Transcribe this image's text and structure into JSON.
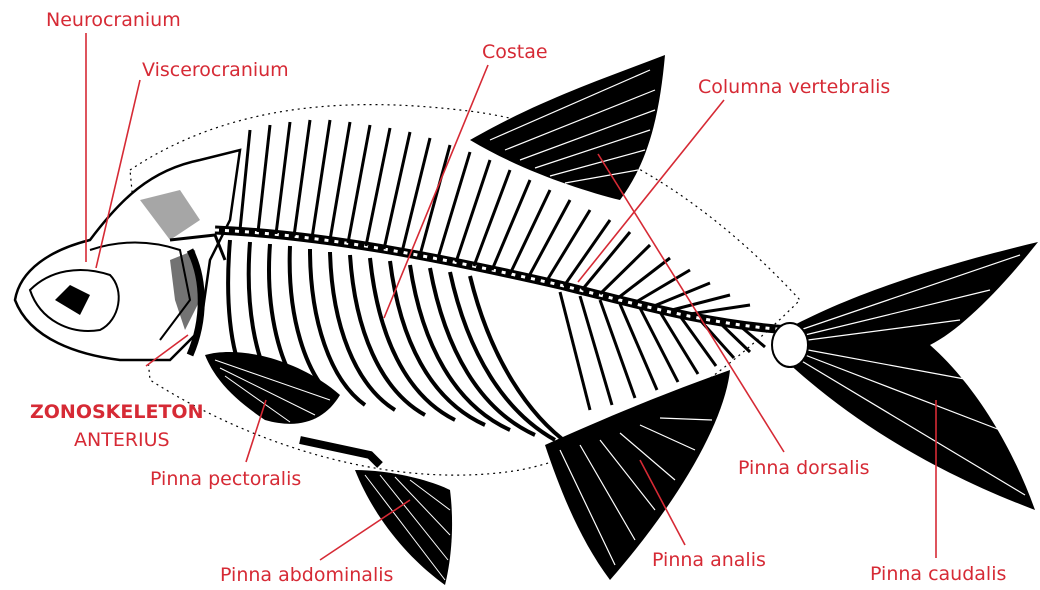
{
  "labels": {
    "neurocranium": "Neurocranium",
    "viscerocranium": "Viscerocranium",
    "costae": "Costae",
    "columna_vertebralis": "Columna vertebralis",
    "zonoskeleton_line1": "ZONOSKELETON",
    "zonoskeleton_line2": "ANTERIUS",
    "pinna_pectoralis": "Pinna pectoralis",
    "pinna_dorsalis": "Pinna dorsalis",
    "pinna_abdominalis": "Pinna abdominalis",
    "pinna_analis": "Pinna analis",
    "pinna_caudalis": "Pinna caudalis"
  },
  "colors": {
    "label": "#d62a35",
    "skeleton": "#000000",
    "background": "#ffffff"
  }
}
